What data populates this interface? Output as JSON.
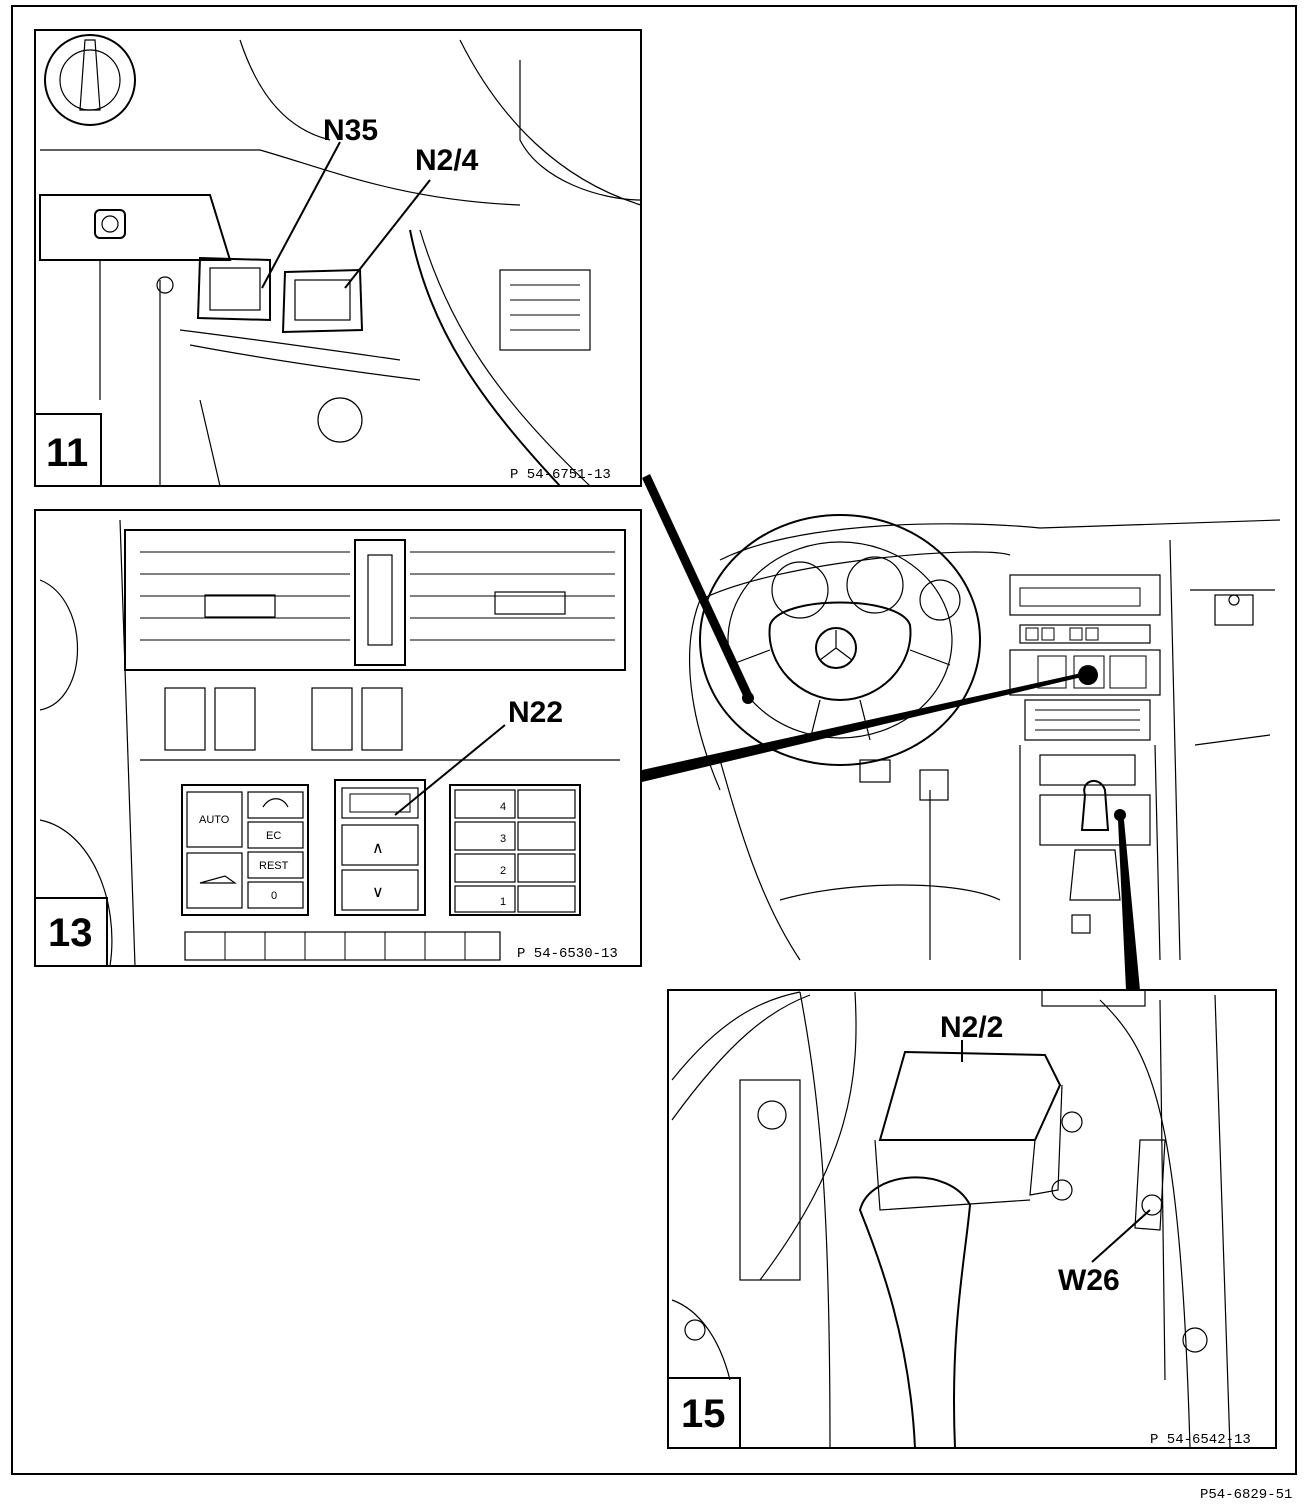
{
  "diagram": {
    "page_reference": "P54-6829-51",
    "panels": [
      {
        "number": "11",
        "reference": "P 54-6751-13",
        "callouts": [
          "N35",
          "N2/4"
        ],
        "symbols": [
          "parking-brake-symbol",
          "ignition-switch"
        ]
      },
      {
        "number": "13",
        "reference": "P 54-6530-13",
        "callouts": [
          "N22"
        ],
        "climate_buttons": [
          "AUTO",
          "EC",
          "REST",
          "0"
        ],
        "temp_arrows": [
          "up",
          "down"
        ],
        "blower_buttons": [
          "4",
          "3",
          "2",
          "1"
        ]
      },
      {
        "number": "15",
        "reference": "P 54-6542-13",
        "callouts": [
          "N2/2",
          "W26"
        ]
      }
    ],
    "overview": {
      "symbols": [
        "steering-wheel",
        "mercedes-star-emblem",
        "center-console",
        "gear-shift-lever"
      ]
    }
  }
}
